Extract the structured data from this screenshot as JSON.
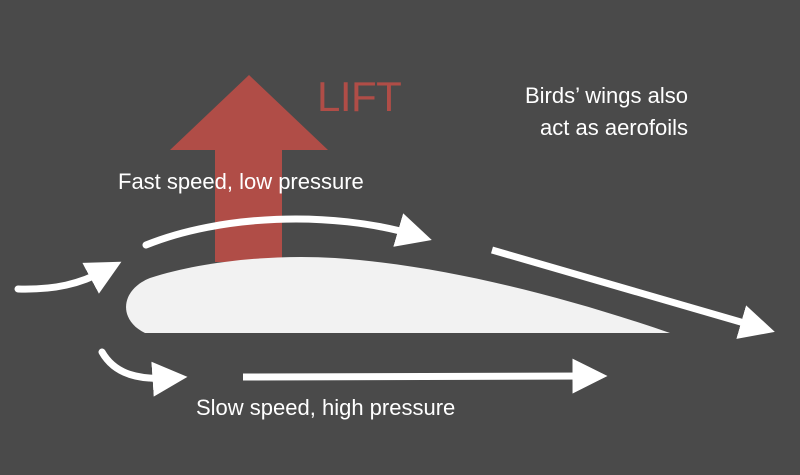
{
  "colors": {
    "background": "#4a4a4a",
    "lift_arrow": "#b04d47",
    "airfoil": "#f2f2f2",
    "flow_arrows": "#ffffff"
  },
  "labels": {
    "lift": "LIFT",
    "fast": "Fast speed, low pressure",
    "slow": "Slow speed, high pressure",
    "note_line1": "Birds’ wings also",
    "note_line2": "act as aerofoils"
  },
  "icons": {
    "lift_arrow": "arrow-up-icon",
    "flow_arrows": "arrow-right-icon"
  }
}
